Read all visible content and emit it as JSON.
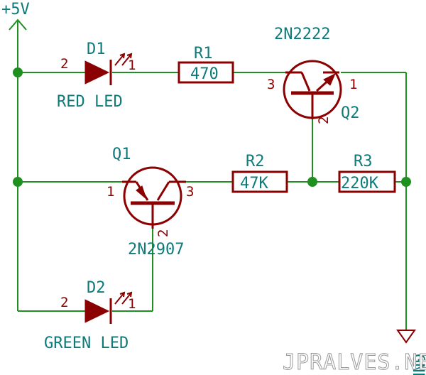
{
  "power": {
    "label": "+5V"
  },
  "ground": {
    "label": "GND"
  },
  "d1": {
    "ref": "D1",
    "name": "RED LED",
    "pin_a": "2",
    "pin_k": "1"
  },
  "d2": {
    "ref": "D2",
    "name": "GREEN LED",
    "pin_a": "2",
    "pin_k": "1"
  },
  "r1": {
    "ref": "R1",
    "value": "470"
  },
  "r2": {
    "ref": "R2",
    "value": "47K"
  },
  "r3": {
    "ref": "R3",
    "value": "220K"
  },
  "q1": {
    "ref": "Q1",
    "part": "2N2907",
    "pin_e": "1",
    "pin_b": "2",
    "pin_c": "3"
  },
  "q2": {
    "ref": "Q2",
    "part": "2N2222",
    "pin_e": "1",
    "pin_b": "2",
    "pin_c": "3"
  },
  "watermark": "JPRALVES.NET",
  "colors": {
    "wire": "#1f8f1f",
    "component": "#8b0000",
    "text": "#0e7a7a"
  }
}
